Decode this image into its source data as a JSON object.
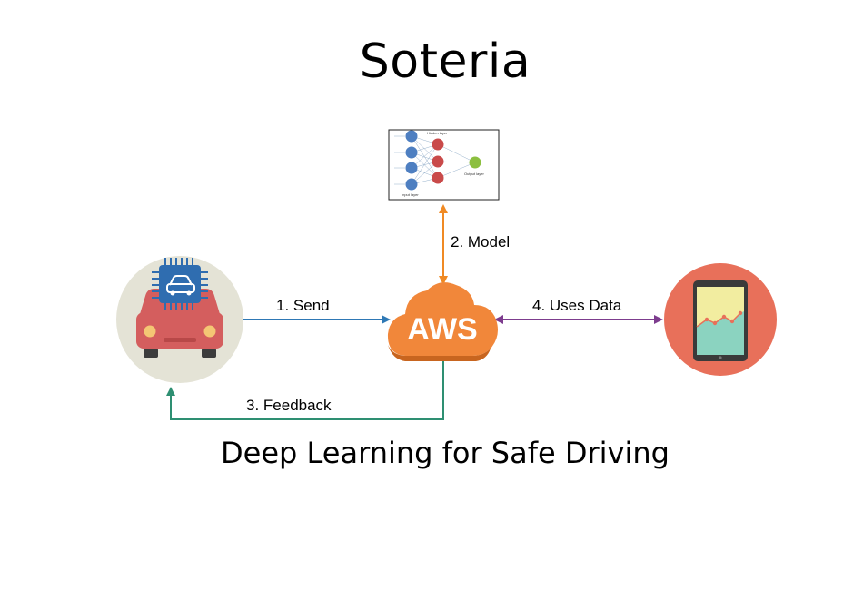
{
  "title": "Soteria",
  "subtitle": "Deep Learning for Safe Driving",
  "nodes": {
    "aws": {
      "label": "AWS",
      "icon": "aws-cloud-icon",
      "color": "#F1873A"
    },
    "car": {
      "icon": "car-chip-icon",
      "bg_color": "#E4E3D6",
      "car_color": "#D45E5E",
      "chip_color": "#2F6DB0"
    },
    "tablet": {
      "icon": "tablet-chart-icon",
      "bg_color": "#E8705A"
    },
    "model": {
      "icon": "neural-network-icon",
      "hidden_layer_label": "Hidden layer",
      "input_layer_label": "Input layer",
      "output_layer_label": "Output layer"
    }
  },
  "edges": {
    "send": {
      "label": "1. Send",
      "color": "#2E78B5"
    },
    "model": {
      "label": "2. Model",
      "color": "#F08A24"
    },
    "feedback": {
      "label": "3. Feedback",
      "color": "#2E8F72"
    },
    "uses_data": {
      "label": "4. Uses Data",
      "color": "#7D3C8E"
    }
  }
}
